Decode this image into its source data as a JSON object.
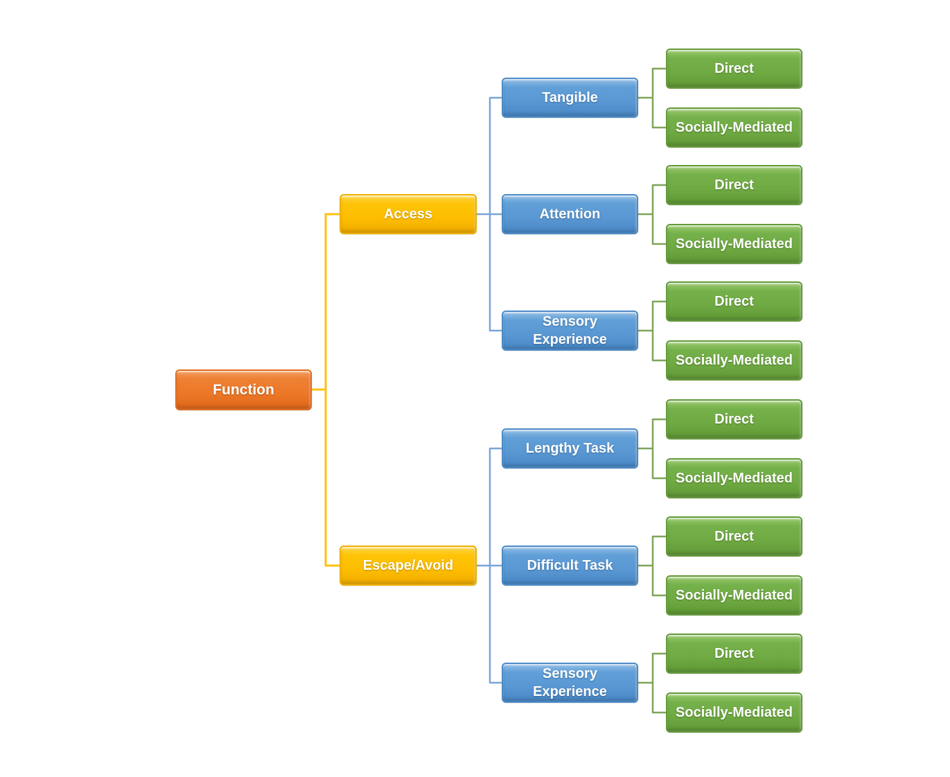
{
  "diagram": {
    "type": "tree-hierarchy",
    "root": {
      "label": "Function"
    },
    "branches": [
      {
        "label": "Access",
        "children": [
          {
            "label": "Tangible",
            "children": [
              {
                "label": "Direct"
              },
              {
                "label": "Socially-Mediated"
              }
            ]
          },
          {
            "label": "Attention",
            "children": [
              {
                "label": "Direct"
              },
              {
                "label": "Socially-Mediated"
              }
            ]
          },
          {
            "label": "Sensory Experience",
            "children": [
              {
                "label": "Direct"
              },
              {
                "label": "Socially-Mediated"
              }
            ]
          }
        ]
      },
      {
        "label": "Escape/Avoid",
        "children": [
          {
            "label": "Lengthy Task",
            "children": [
              {
                "label": "Direct"
              },
              {
                "label": "Socially-Mediated"
              }
            ]
          },
          {
            "label": "Difficult Task",
            "children": [
              {
                "label": "Direct"
              },
              {
                "label": "Socially-Mediated"
              }
            ]
          },
          {
            "label": "Sensory Experience",
            "children": [
              {
                "label": "Direct"
              },
              {
                "label": "Socially-Mediated"
              }
            ]
          }
        ]
      }
    ],
    "palette": {
      "level1_orange": "#ED7D31",
      "level2_gold": "#FFC000",
      "level3_blue": "#5B9BD5",
      "level4_green": "#70AD47",
      "connector_gold": "#FFC010",
      "connector_blue": "#7AA5D6",
      "connector_green": "#7EA558",
      "text": "#FFFFFF",
      "background": "#FFFFFF"
    }
  }
}
